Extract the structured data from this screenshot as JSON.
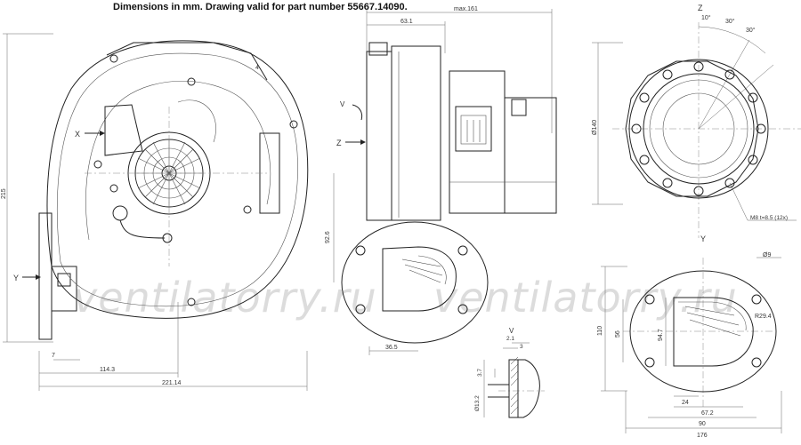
{
  "caption": "Dimensions in mm. Drawing valid for part number 55667.14090.",
  "watermarks": [
    "ventilatorry.ru",
    "ventilatorry.ru"
  ],
  "front_view": {
    "markers": {
      "x": "X",
      "y": "Y"
    },
    "dims": {
      "height": "215",
      "bottom_offset": "7",
      "width_partial": "114.3",
      "width_total": "221.14",
      "gap": "4"
    }
  },
  "side_view": {
    "markers": {
      "v": "V",
      "z": "Z"
    },
    "dims": {
      "depth_total": "max.161",
      "depth_partial": "63.1",
      "height_outlet": "92.6",
      "outlet_offset": "36.5"
    }
  },
  "top_view": {
    "label": "Z",
    "dims": {
      "angle_1": "10°",
      "angle_2": "30°",
      "angle_3": "30°",
      "bolt_circle": "Ø140",
      "thread": "M8 t=8.5 (12x)"
    }
  },
  "outlet_view": {
    "label": "Y",
    "dims": {
      "hole": "Ø9",
      "radius": "R29.4",
      "height_110": "110",
      "height_56": "56",
      "height_94": "94.7",
      "w_24": "24",
      "w_67": "67.2",
      "w_90": "90",
      "w_176": "176"
    }
  },
  "detail_view": {
    "label": "V",
    "dims": {
      "d_2_1": "2.1",
      "d_3": "3",
      "d_3_7": "3.7",
      "d_13_2": "Ø13.2"
    }
  }
}
